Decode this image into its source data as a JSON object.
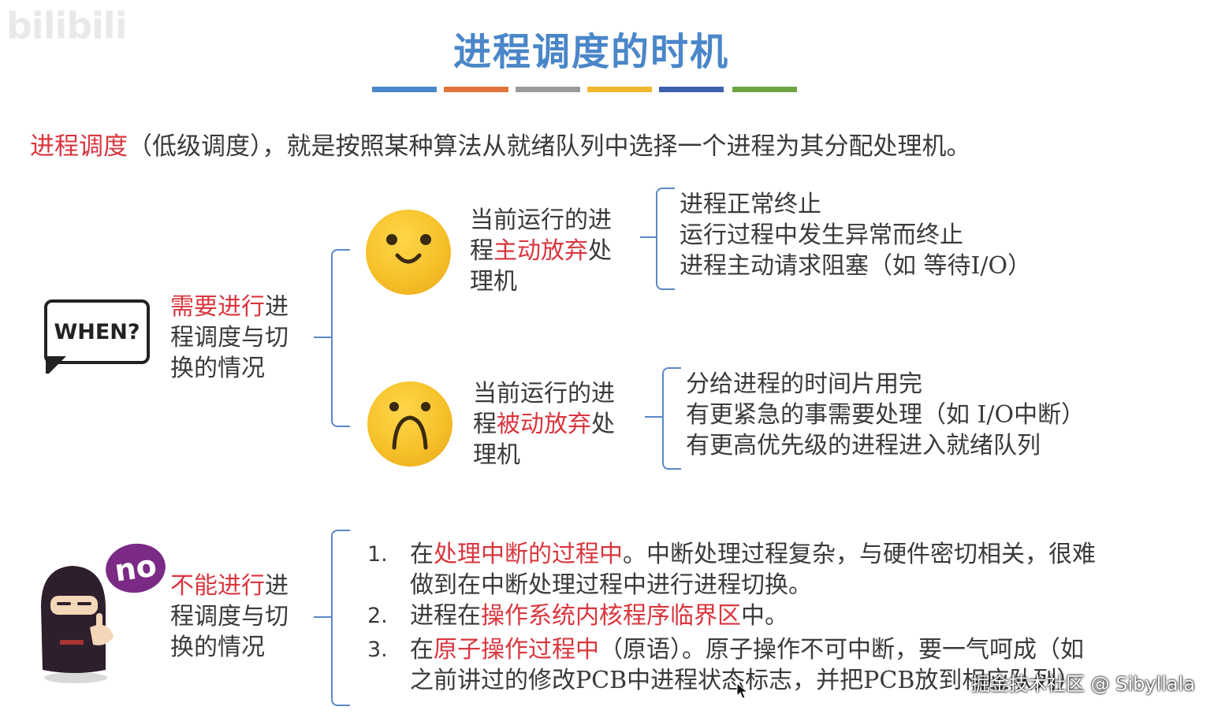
{
  "watermark": {
    "logo": "bilibili"
  },
  "title": "进程调度的时机",
  "divider_colors": [
    "#4a86c8",
    "#e2733a",
    "#9a9a9a",
    "#f2b72e",
    "#3e5fae",
    "#6da544"
  ],
  "intro": {
    "term": "进程调度",
    "rest": "（低级调度），就是按照某种算法从就绪队列中选择一个进程为其分配处理机。"
  },
  "when": {
    "bubble": "WHEN?",
    "label_red": "需要进行",
    "label_rest_1": "进",
    "label_line2": "程调度与切",
    "label_line3": "换的情况"
  },
  "active": {
    "line1": "当前运行的进",
    "line2_a": "程",
    "line2_red": "主动放弃",
    "line2_b": "处",
    "line3": "理机",
    "items": [
      "进程正常终止",
      "运行过程中发生异常而终止",
      "进程主动请求阻塞（如 等待I/O）"
    ]
  },
  "passive": {
    "line1": "当前运行的进",
    "line2_a": "程",
    "line2_red": "被动放弃",
    "line2_b": "处",
    "line3": "理机",
    "items": [
      "分给进程的时间片用完",
      "有更紧急的事需要处理（如 I/O中断）",
      "有更高优先级的进程进入就绪队列"
    ]
  },
  "cannot": {
    "badge": "no",
    "label_red": "不能进行",
    "label_rest_1": "进",
    "label_line2": "程调度与切",
    "label_line3": "换的情况",
    "list": [
      {
        "num": "1.",
        "a": "在",
        "red": "处理中断的过程中",
        "b": "。中断处理过程复杂，与硬件密切相关，很难",
        "cont": "做到在中断处理过程中进行进程切换。"
      },
      {
        "num": "2.",
        "a": "进程在",
        "red": "操作系统内核程序临界区",
        "b": "中。",
        "cont": ""
      },
      {
        "num": "3.",
        "a": "在",
        "red": "原子操作过程中",
        "b": "（原语）。原子操作不可中断，要一气呵成（如",
        "cont": "之前讲过的修改PCB中进程状态标志，并把PCB放到相应队列）"
      }
    ]
  },
  "credit": "掘金技术社区 @ Sibyllala"
}
